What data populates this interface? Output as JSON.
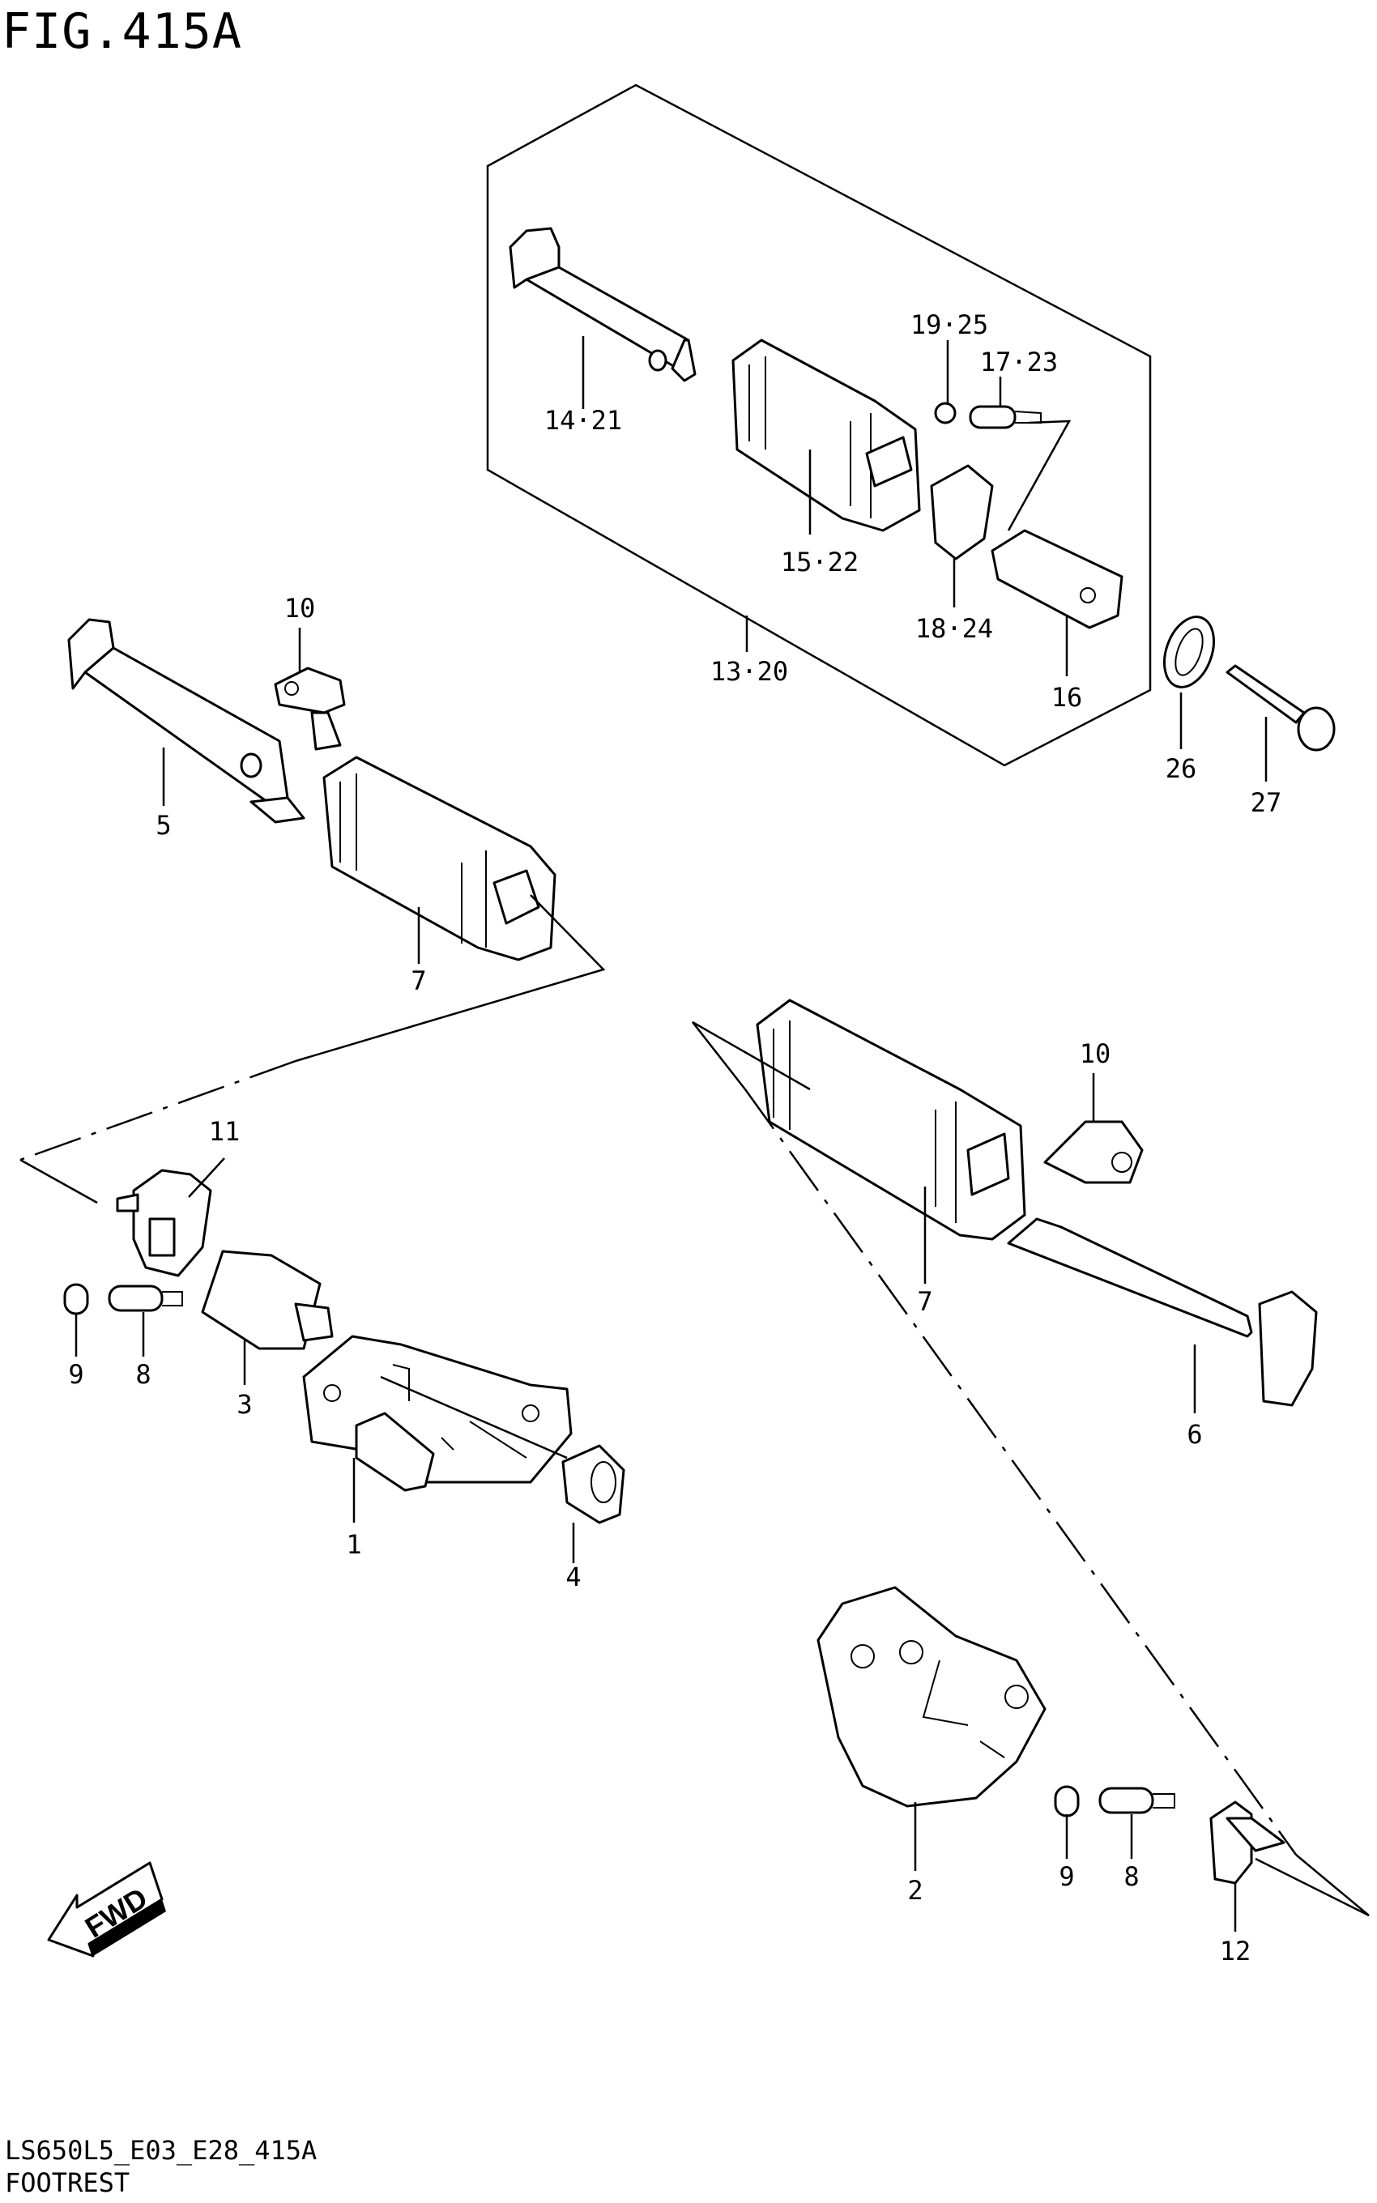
{
  "figure": {
    "title": "FIG.415A",
    "code": "LS650L5_E03_E28_415A",
    "name": "FOOTREST"
  },
  "fwd_label": "FWD",
  "callouts": [
    {
      "id": "c1",
      "text": "1"
    },
    {
      "id": "c2",
      "text": "2"
    },
    {
      "id": "c3",
      "text": "3"
    },
    {
      "id": "c4",
      "text": "4"
    },
    {
      "id": "c5",
      "text": "5"
    },
    {
      "id": "c6",
      "text": "6"
    },
    {
      "id": "c7a",
      "text": "7"
    },
    {
      "id": "c7b",
      "text": "7"
    },
    {
      "id": "c8a",
      "text": "8"
    },
    {
      "id": "c8b",
      "text": "8"
    },
    {
      "id": "c9a",
      "text": "9"
    },
    {
      "id": "c9b",
      "text": "9"
    },
    {
      "id": "c10a",
      "text": "10"
    },
    {
      "id": "c10b",
      "text": "10"
    },
    {
      "id": "c11",
      "text": "11"
    },
    {
      "id": "c12",
      "text": "12"
    },
    {
      "id": "c1320",
      "text": "13·20"
    },
    {
      "id": "c1421",
      "text": "14·21"
    },
    {
      "id": "c1522",
      "text": "15·22"
    },
    {
      "id": "c16",
      "text": "16"
    },
    {
      "id": "c1723",
      "text": "17·23"
    },
    {
      "id": "c1824",
      "text": "18·24"
    },
    {
      "id": "c1925",
      "text": "19·25"
    },
    {
      "id": "c26",
      "text": "26"
    },
    {
      "id": "c27",
      "text": "27"
    }
  ]
}
